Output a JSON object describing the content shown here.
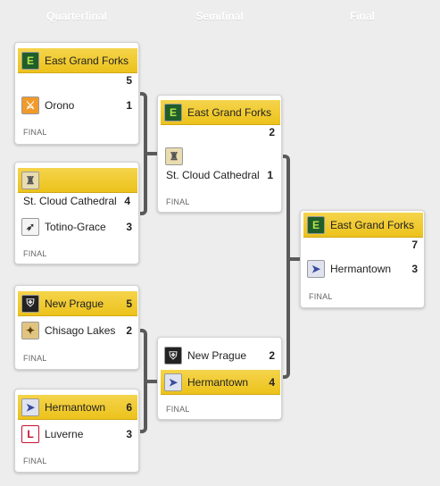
{
  "rounds": [
    "Quarterfinal",
    "Semifinal",
    "Final"
  ],
  "status_final": "FINAL",
  "teams": {
    "egf": "East Grand Forks",
    "orono": "Orono",
    "stcloud": "St. Cloud Cathedral",
    "totino": "Totino-Grace",
    "newprague": "New Prague",
    "chisago": "Chisago Lakes",
    "hermantown": "Hermantown",
    "luverne": "Luverne"
  },
  "scores": {
    "qf1_egf": "5",
    "qf1_orono": "1",
    "qf2_stcloud": "4",
    "qf2_totino": "3",
    "qf3_newprague": "5",
    "qf3_chisago": "2",
    "qf4_hermantown": "6",
    "qf4_luverne": "3",
    "sf1_egf": "2",
    "sf1_stcloud": "1",
    "sf2_newprague": "2",
    "sf2_hermantown": "4",
    "f_egf": "7",
    "f_hermantown": "3"
  },
  "logos": {
    "egf": "green-E-logo",
    "orono": "orange-spartan-logo",
    "stcloud": "crest-logo",
    "totino": "eagle-logo",
    "newprague": "trojan-logo",
    "chisago": "wildcat-logo",
    "hermantown": "hawk-logo",
    "luverne": "red-L-logo"
  },
  "colors": {
    "winner_bar": "#ecc21b",
    "connector": "#5a5a5a",
    "background": "#ededed"
  }
}
